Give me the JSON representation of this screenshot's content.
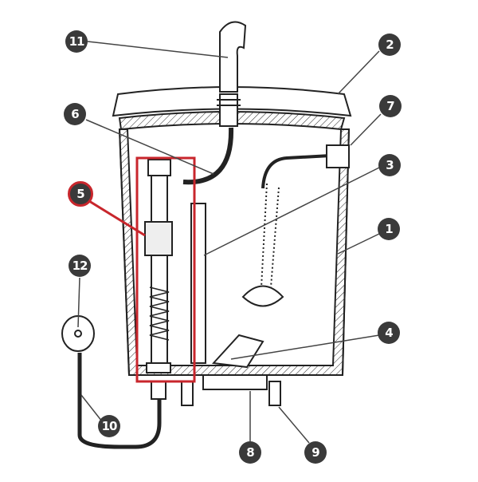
{
  "diagram": {
    "highlight_color": "#c8262c",
    "callouts": [
      {
        "id": "c11",
        "label": "11"
      },
      {
        "id": "c2",
        "label": "2"
      },
      {
        "id": "c6",
        "label": "6"
      },
      {
        "id": "c7",
        "label": "7"
      },
      {
        "id": "c3",
        "label": "3"
      },
      {
        "id": "c5",
        "label": "5"
      },
      {
        "id": "c1",
        "label": "1"
      },
      {
        "id": "c12",
        "label": "12"
      },
      {
        "id": "c4",
        "label": "4"
      },
      {
        "id": "c10",
        "label": "10"
      },
      {
        "id": "c8",
        "label": "8"
      },
      {
        "id": "c9",
        "label": "9"
      }
    ]
  }
}
